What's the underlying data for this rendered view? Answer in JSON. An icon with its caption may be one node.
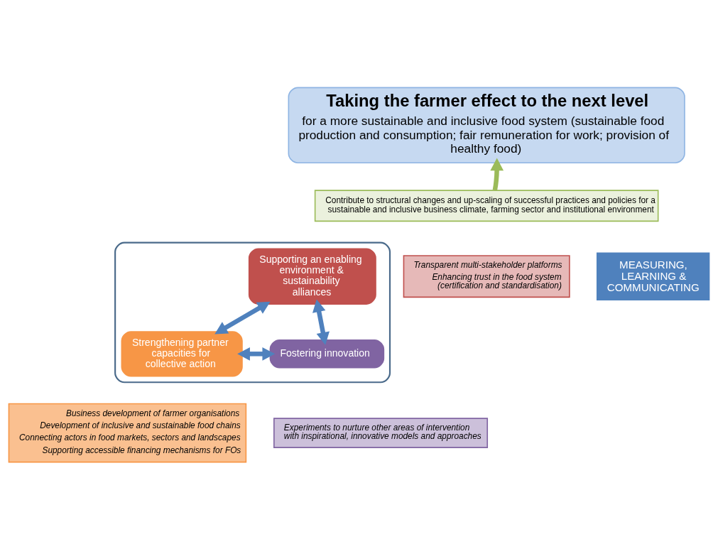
{
  "diagram": {
    "nodes": [
      {
        "text": [
          "Taking the farmer effect to the next level",
          "for a more sustainable and inclusive food system (sustainable food production and consumption; fair remuneration for work; provision of healthy food)"
        ]
      },
      {
        "text": [
          "Contribute to structural changes and up-scaling of successful practices and policies for a sustainable and inclusive business climate, farming sector and institutional environment"
        ]
      },
      {
        "text": [],
        "shape": "ellipse"
      },
      {
        "text": [
          "Supporting an enabling environment & sustainability alliances"
        ],
        "in": 2
      },
      {
        "text": [
          "Strengthening partner capacities for collective action"
        ],
        "in": 2
      },
      {
        "text": [
          "Fostering innovation"
        ],
        "in": 2
      },
      {
        "text": [
          "Transparent multi-stakeholder platforms",
          "Enhancing trust in the food system (certification and standardisation)"
        ]
      },
      {
        "text": [
          "Business development of farmer organisations",
          "Development of inclusive and sustainable food chains",
          "Connecting actors in food markets, sectors and landscapes",
          "Supporting accessible financing mechanisms for FOs"
        ]
      },
      {
        "text": [
          "Experiments to nurture other areas of intervention with inspirational, innovative models and approaches"
        ]
      },
      {
        "text": [
          "MEASURING, LEARNING & COMMUNICATING"
        ]
      }
    ],
    "edges": [
      {
        "from": 1,
        "to": 0,
        "arrow": "to",
        "color": "#9bbb59"
      },
      {
        "from": 3,
        "to": 4,
        "arrow": "both"
      },
      {
        "from": 3,
        "to": 5,
        "arrow": "both"
      },
      {
        "from": 4,
        "to": 5,
        "arrow": "both"
      }
    ]
  }
}
